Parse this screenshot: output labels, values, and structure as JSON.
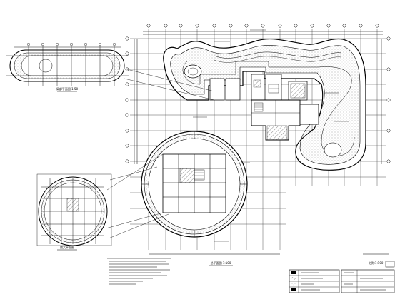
{
  "colors": {
    "paper": "#ffffff",
    "ink": "#000000",
    "grid": "#555555",
    "hatch": "#777777",
    "fill_dots": "#9a9a9a"
  },
  "drawing": {
    "main_plan_title": "总平面图 1:100",
    "top_detail_title": "局部平面图 1:50",
    "left_detail_title": "放大平面图",
    "scale_note": "比例:1:100",
    "legend_rows": 4
  }
}
